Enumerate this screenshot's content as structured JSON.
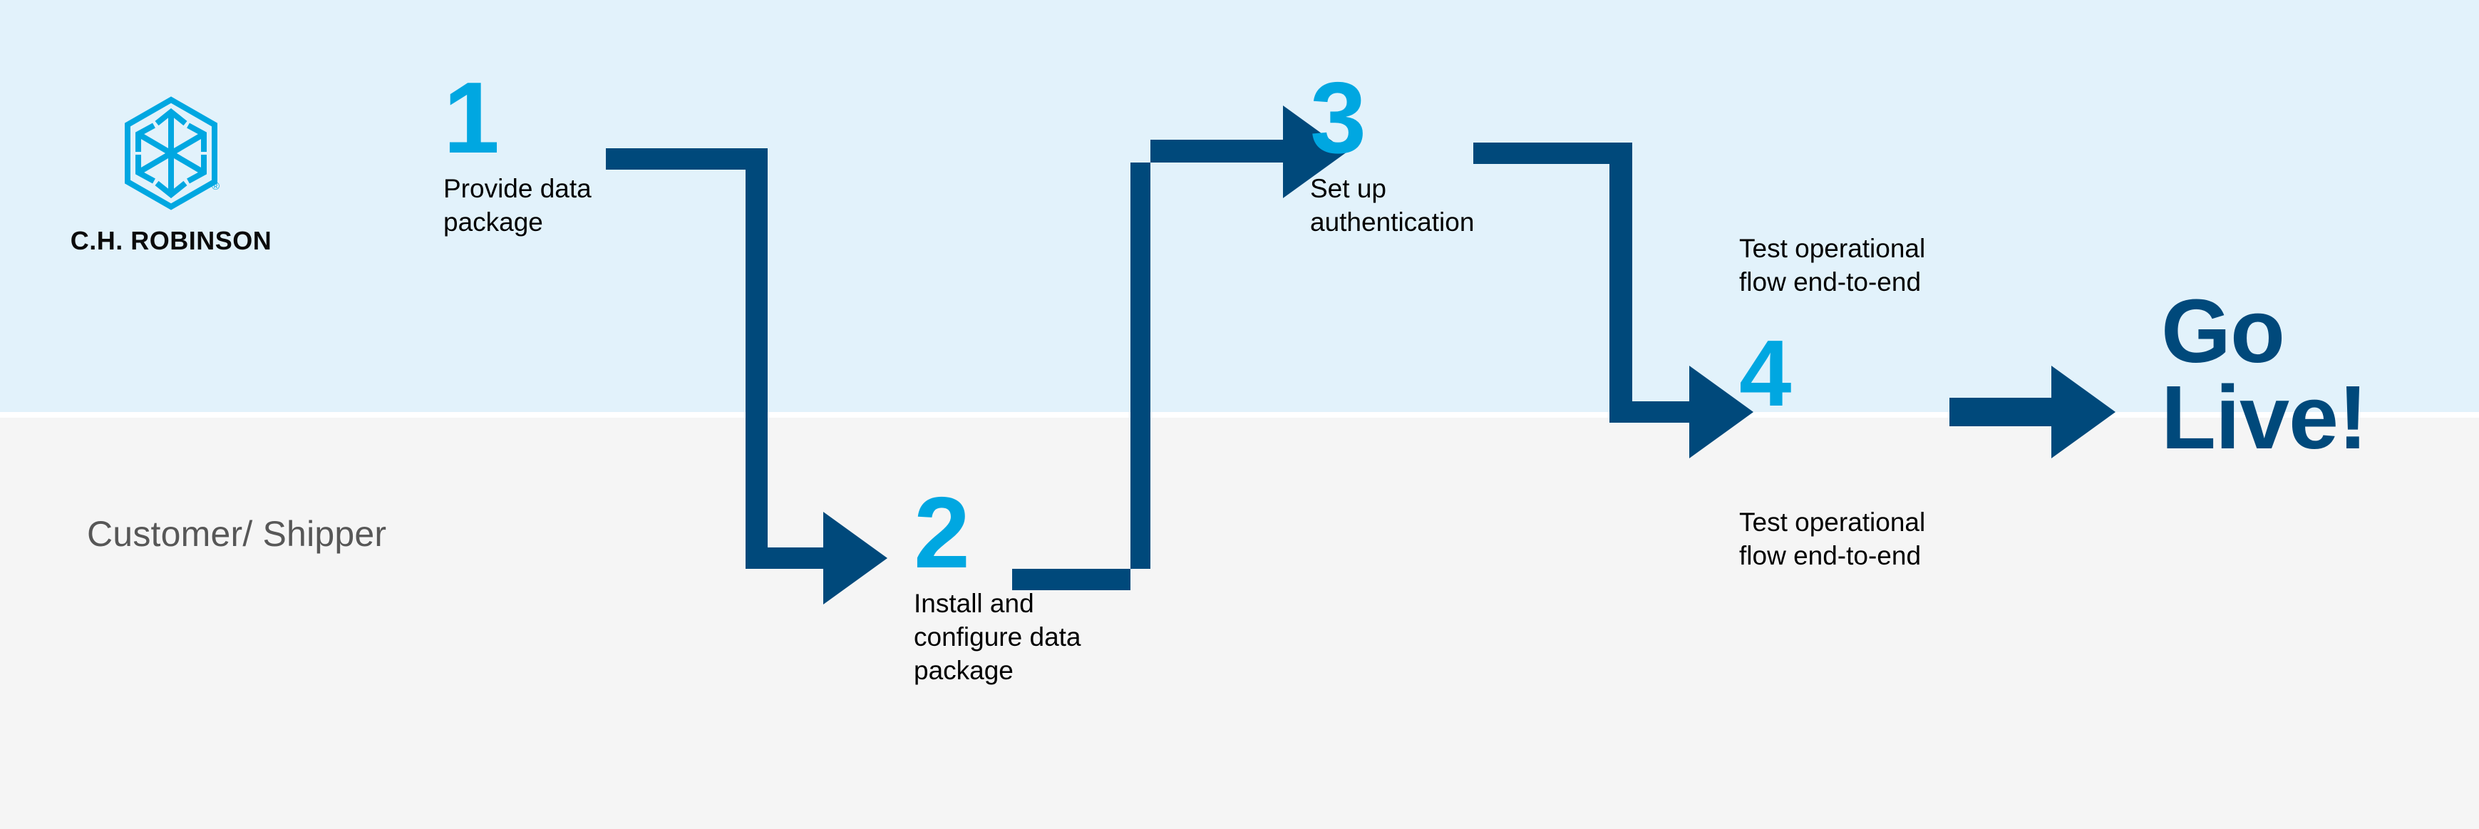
{
  "theme": {
    "band_top_color": "#e2f2fb",
    "band_bottom_color": "#f5f5f5",
    "accent_cyan": "#00a7e1",
    "accent_navy": "#00497b",
    "text_color": "#000000",
    "lane_label_color": "#575757"
  },
  "brand": {
    "name": "C.H. ROBINSON",
    "registered_mark": "®",
    "logo_icon": "hexagon-cube-arrows-icon"
  },
  "lane": {
    "label": "Customer/\nShipper"
  },
  "steps": [
    {
      "number": "1",
      "caption": "Provide data\npackage"
    },
    {
      "number": "2",
      "caption": "Install and\nconfigure data\npackage"
    },
    {
      "number": "3",
      "caption": "Set up\nauthentication"
    },
    {
      "number": "4",
      "caption": "Test operational\nflow end-to-end"
    }
  ],
  "extra_captions": [
    {
      "id": "post-step-3",
      "text": "Test operational\nflow end-to-end"
    }
  ],
  "final": {
    "label": "Go\nLive!"
  },
  "connectors": [
    {
      "id": "c1",
      "from": "1",
      "to": "2",
      "shape": "right-down-right-arrow"
    },
    {
      "id": "c2",
      "from": "2",
      "to": "3",
      "shape": "right-up-right-arrow"
    },
    {
      "id": "c3",
      "from": "3",
      "to": "4",
      "shape": "right-down-right-arrow"
    },
    {
      "id": "c4",
      "from": "4",
      "to": "go-live",
      "shape": "right-arrow"
    }
  ]
}
